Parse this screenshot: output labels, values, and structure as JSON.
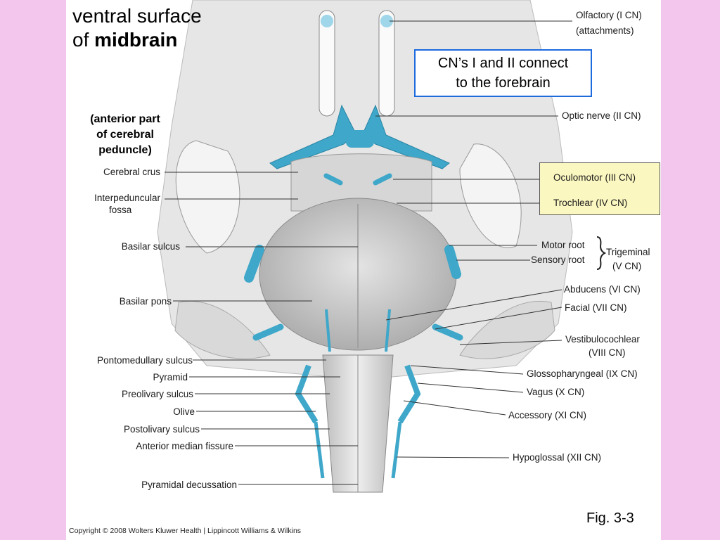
{
  "slide": {
    "title_line1": "ventral surface",
    "title_line2_prefix": "of",
    "title_line2_bold": "midbrain",
    "note_lines": [
      "(anterior part",
      "of cerebral",
      "peduncle)"
    ],
    "callout_lines": [
      "CN’s I and II connect",
      "to the forebrain"
    ],
    "figure_label": "Fig. 3-3",
    "copyright": "Copyright © 2008 Wolters Kluwer Health | Lippincott Williams & Wilkins"
  },
  "labels_left": {
    "cerebral_crus": "Cerebral crus",
    "interpeduncular_fossa_1": "Interpeduncular",
    "interpeduncular_fossa_2": "fossa",
    "basilar_sulcus": "Basilar sulcus",
    "basilar_pons": "Basilar pons",
    "pontomedullary_sulcus": "Pontomedullary sulcus",
    "pyramid": "Pyramid",
    "preolivary_sulcus": "Preolivary sulcus",
    "olive": "Olive",
    "postolivary_sulcus": "Postolivary sulcus",
    "anterior_median_fissure": "Anterior median fissure",
    "pyramidal_decussation": "Pyramidal decussation"
  },
  "labels_right": {
    "olfactory_1": "Olfactory (I CN)",
    "olfactory_2": "(attachments)",
    "optic": "Optic nerve (II CN)",
    "oculomotor": "Oculomotor (III CN)",
    "trochlear": "Trochlear (IV CN)",
    "motor_root": "Motor root",
    "sensory_root": "Sensory root",
    "trigeminal_1": "Trigeminal",
    "trigeminal_2": "(V CN)",
    "abducens": "Abducens (VI CN)",
    "facial": "Facial (VII CN)",
    "vestibulocochlear_1": "Vestibulocochlear",
    "vestibulocochlear_2": "(VIII CN)",
    "glossopharyngeal": "Glossopharyngeal (IX CN)",
    "vagus": "Vagus (X CN)",
    "accessory": "Accessory (XI CN)",
    "hypoglossal": "Hypoglossal (XII CN)"
  },
  "colors": {
    "background": "#f3c6ee",
    "nerve": "#3fa7c9",
    "callout_border": "#1e6be0",
    "highlight_box": "#fbf7c0"
  }
}
